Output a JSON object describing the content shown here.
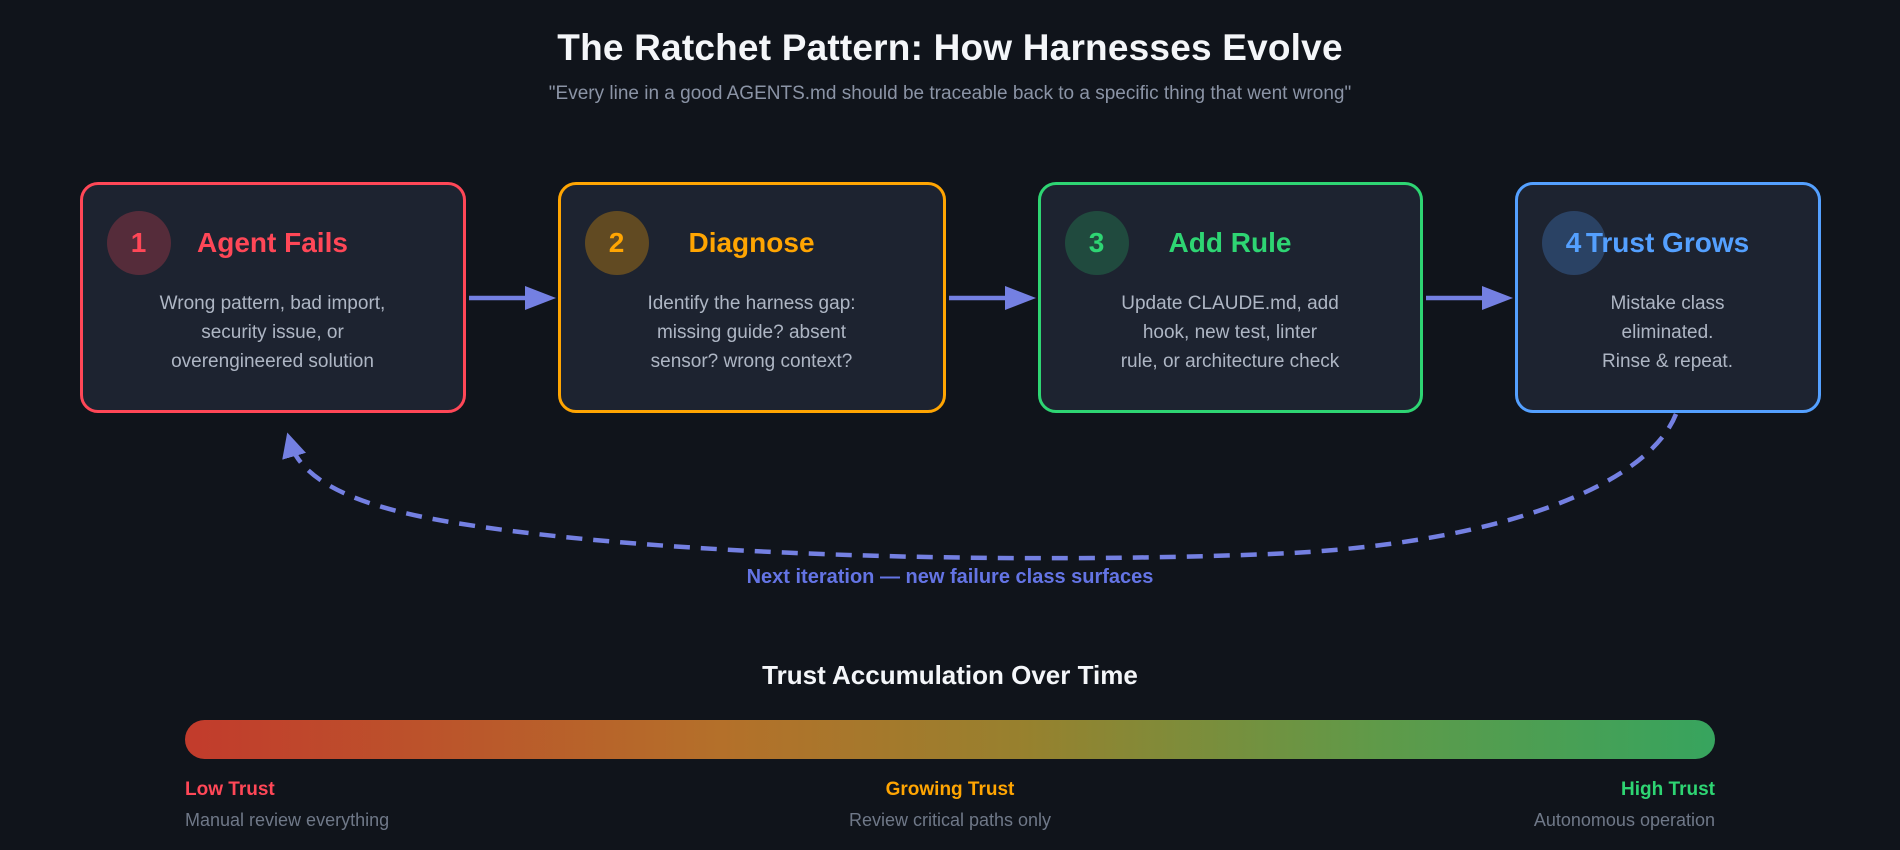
{
  "header": {
    "title": "The Ratchet Pattern: How Harnesses Evolve",
    "subtitle": "\"Every line in a good AGENTS.md should be traceable back to a specific thing that went wrong\""
  },
  "steps": [
    {
      "num": "1",
      "title": "Agent Fails",
      "text": "Wrong pattern, bad import,\nsecurity issue, or\noverengineered solution",
      "color": "#ff4757",
      "circle_bg": "rgba(255,71,87,0.25)"
    },
    {
      "num": "2",
      "title": "Diagnose",
      "text": "Identify the harness gap:\nmissing guide? absent\nsensor? wrong context?",
      "color": "#ffa502",
      "circle_bg": "rgba(255,165,2,0.30)"
    },
    {
      "num": "3",
      "title": "Add Rule",
      "text": "Update CLAUDE.md, add\nhook, new test, linter\nrule, or architecture check",
      "color": "#2ed573",
      "circle_bg": "rgba(46,213,115,0.22)"
    },
    {
      "num": "4",
      "title": "Trust Grows",
      "text": "Mistake class\neliminated.\nRinse & repeat.",
      "color": "#54a0ff",
      "circle_bg": "rgba(84,160,255,0.25)"
    }
  ],
  "arrow_color": "#7480e2",
  "loop": {
    "label": "Next iteration — new failure class surfaces",
    "color": "#6474e4"
  },
  "trust": {
    "heading": "Trust Accumulation Over Time",
    "gradient_stops": [
      "#c23b2c 0%",
      "#b4702a 35%",
      "#97812e 55%",
      "#5f9a49 78%",
      "#37a45e 100%"
    ],
    "levels": [
      {
        "label": "Low Trust",
        "desc": "Manual review everything",
        "color": "#ff4757"
      },
      {
        "label": "Growing Trust",
        "desc": "Review critical paths only",
        "color": "#ffa502"
      },
      {
        "label": "High Trust",
        "desc": "Autonomous operation",
        "color": "#2ed573"
      }
    ]
  }
}
